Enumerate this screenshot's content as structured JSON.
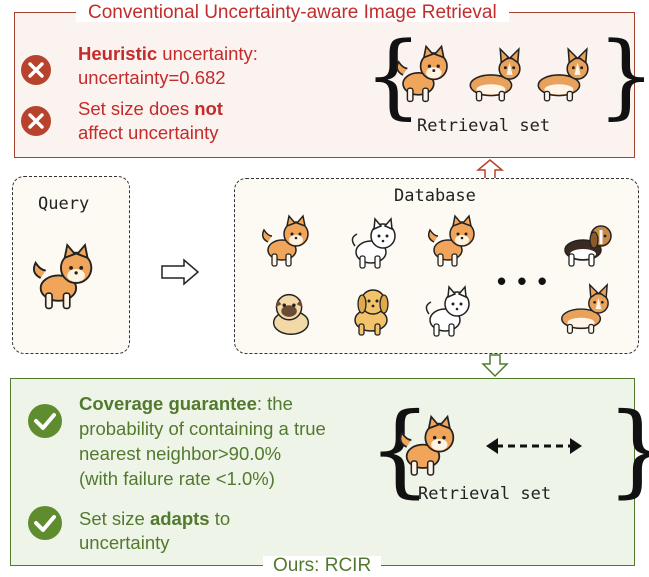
{
  "top_panel": {
    "title": "Conventional Uncertainty-aware Image Retrieval",
    "item1_bold": "Heuristic",
    "item1_rest": " uncertainty:",
    "item1_line2": "uncertainty=0.682",
    "item2_line1a": "Set size does ",
    "item2_bold": "not",
    "item2_line2": "affect uncertainty",
    "retrieval_label": "Retrieval set"
  },
  "query": {
    "label": "Query"
  },
  "database": {
    "label": "Database",
    "ellipsis": "• • •"
  },
  "bottom_panel": {
    "title": "Ours: RCIR",
    "item1_bold": "Coverage guarantee",
    "item1_rest": ": the",
    "item1_line2": "probability of containing a true",
    "item1_line3": "nearest neighbor>90.0%",
    "item1_line4": "(with failure rate <1.0%)",
    "item2_line1a": "Set size ",
    "item2_bold": "adapts",
    "item2_line1b": " to",
    "item2_line2": "uncertainty",
    "retrieval_label": "Retrieval set"
  },
  "colors": {
    "red": "#c42b2b",
    "green": "#527a2e",
    "shiba": "#f0a55a",
    "corgi": "#e9a25c"
  }
}
